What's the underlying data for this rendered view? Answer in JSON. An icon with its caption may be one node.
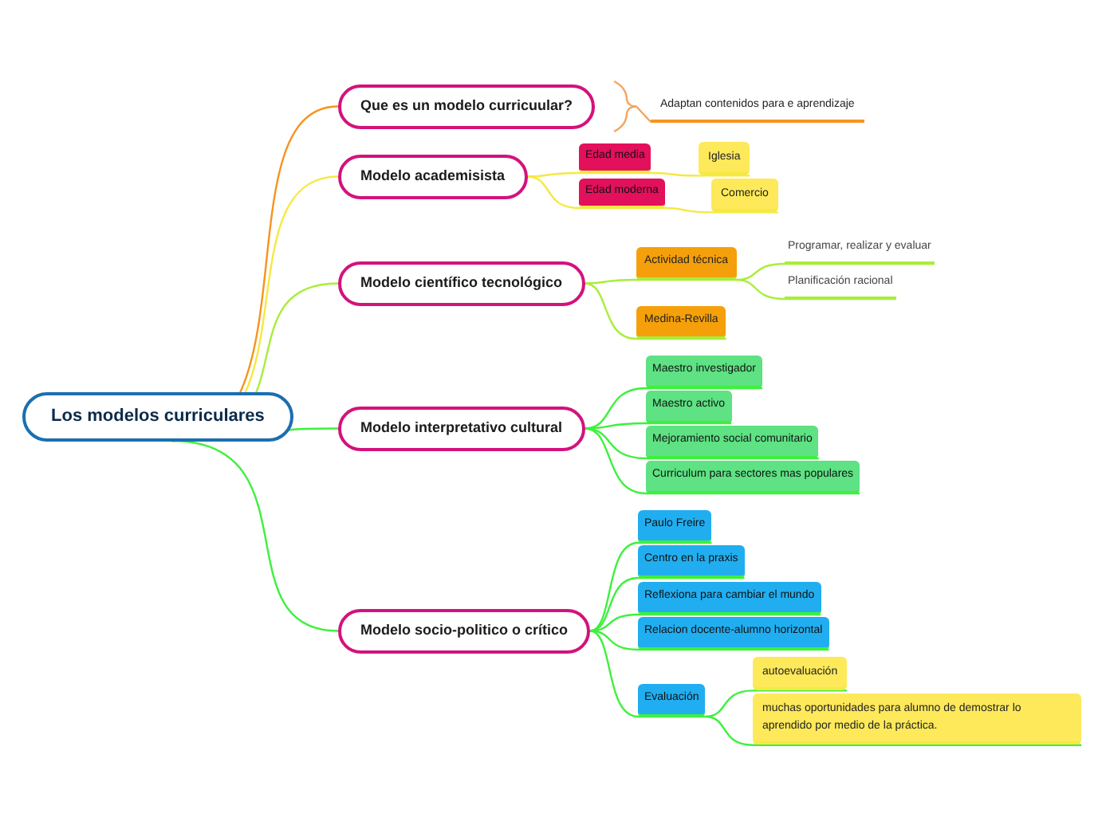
{
  "diagram": {
    "nodes": [
      {
        "text": [
          "Los modelos curriculares"
        ]
      },
      {
        "text": [
          "Que es un modelo curricuular?"
        ]
      },
      {
        "text": [
          "Adaptan contenidos para e aprendizaje"
        ]
      },
      {
        "text": [
          "Modelo academisista"
        ]
      },
      {
        "text": [
          "Edad media"
        ]
      },
      {
        "text": [
          "Iglesia"
        ]
      },
      {
        "text": [
          "Edad moderna"
        ]
      },
      {
        "text": [
          "Comercio"
        ]
      },
      {
        "text": [
          "Modelo científico tecnológico"
        ]
      },
      {
        "text": [
          "Actividad técnica"
        ]
      },
      {
        "text": [
          "Programar, realizar y evaluar"
        ]
      },
      {
        "text": [
          "Planificación racional"
        ]
      },
      {
        "text": [
          "Medina-Revilla"
        ]
      },
      {
        "text": [
          "Modelo interpretativo cultural"
        ]
      },
      {
        "text": [
          "Maestro investigador"
        ]
      },
      {
        "text": [
          "Maestro activo"
        ]
      },
      {
        "text": [
          "Mejoramiento social comunitario"
        ]
      },
      {
        "text": [
          "Curriculum para sectores mas populares"
        ]
      },
      {
        "text": [
          "Modelo socio-politico o crítico"
        ]
      },
      {
        "text": [
          "Paulo Freire"
        ]
      },
      {
        "text": [
          "Centro en la praxis"
        ]
      },
      {
        "text": [
          "Reflexiona para cambiar el mundo"
        ]
      },
      {
        "text": [
          "Relacion docente-alumno horizontal"
        ]
      },
      {
        "text": [
          "Evaluación"
        ]
      },
      {
        "text": [
          "autoevaluación"
        ]
      },
      {
        "text": [
          "muchas oportunidades para alumno de demostrar lo aprendido por medio de la práctica."
        ]
      }
    ],
    "edges": [
      {
        "from": 0,
        "to": 1,
        "arrow": "none",
        "color": "#f7931e"
      },
      {
        "from": 1,
        "to": 2,
        "arrow": "none",
        "color": "#f4a460"
      },
      {
        "from": 0,
        "to": 3,
        "arrow": "none",
        "color": "#f5e942"
      },
      {
        "from": 3,
        "to": 4,
        "arrow": "none",
        "color": "#f5e942"
      },
      {
        "from": 4,
        "to": 5,
        "arrow": "none",
        "color": "#f5e942"
      },
      {
        "from": 3,
        "to": 6,
        "arrow": "none",
        "color": "#f5e942"
      },
      {
        "from": 6,
        "to": 7,
        "arrow": "none",
        "color": "#f5e942"
      },
      {
        "from": 0,
        "to": 8,
        "arrow": "none",
        "color": "#a8ee3a"
      },
      {
        "from": 8,
        "to": 9,
        "arrow": "none",
        "color": "#a8ee3a"
      },
      {
        "from": 9,
        "to": 10,
        "arrow": "none",
        "color": "#a8ee3a"
      },
      {
        "from": 9,
        "to": 11,
        "arrow": "none",
        "color": "#a8ee3a"
      },
      {
        "from": 8,
        "to": 12,
        "arrow": "none",
        "color": "#a8ee3a"
      },
      {
        "from": 0,
        "to": 13,
        "arrow": "none"
      },
      {
        "from": 13,
        "to": 14,
        "arrow": "none"
      },
      {
        "from": 13,
        "to": 15,
        "arrow": "none"
      },
      {
        "from": 13,
        "to": 16,
        "arrow": "none"
      },
      {
        "from": 13,
        "to": 17,
        "arrow": "none"
      },
      {
        "from": 0,
        "to": 18,
        "arrow": "none"
      },
      {
        "from": 18,
        "to": 19,
        "arrow": "none"
      },
      {
        "from": 18,
        "to": 20,
        "arrow": "none"
      },
      {
        "from": 18,
        "to": 21,
        "arrow": "none"
      },
      {
        "from": 18,
        "to": 22,
        "arrow": "none"
      },
      {
        "from": 18,
        "to": 23,
        "arrow": "none"
      },
      {
        "from": 23,
        "to": 24,
        "arrow": "none"
      },
      {
        "from": 23,
        "to": 25,
        "arrow": "none"
      }
    ]
  }
}
